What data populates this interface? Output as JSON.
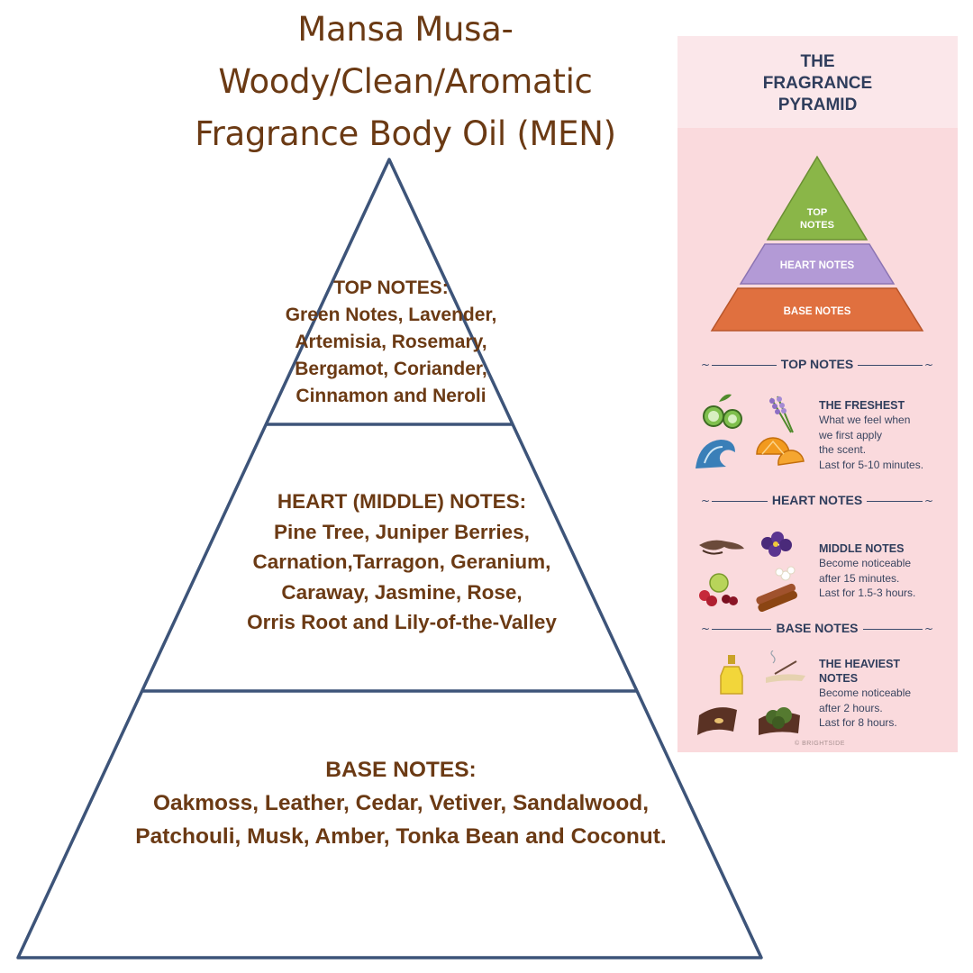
{
  "title": {
    "line1": "Mansa Musa-",
    "line2": "Woody/Clean/Aromatic",
    "line3": "Fragrance Body Oil (MEN)"
  },
  "pyramid": {
    "top": {
      "heading": "TOP NOTES:",
      "lines": [
        "Green Notes, Lavender,",
        "Artemisia, Rosemary,",
        "Bergamot, Coriander,",
        "Cinnamon and Neroli"
      ]
    },
    "heart": {
      "heading": "HEART (MIDDLE) NOTES:",
      "lines": [
        "Pine Tree, Juniper Berries,",
        "Carnation,Tarragon, Geranium,",
        "Caraway, Jasmine, Rose,",
        "Orris Root and Lily-of-the-Valley"
      ]
    },
    "base": {
      "heading": "BASE NOTES:",
      "lines": [
        "Oakmoss, Leather, Cedar, Vetiver, Sandalwood,",
        "Patchouli, Musk, Amber, Tonka Bean and Coconut."
      ]
    },
    "colors": {
      "outline": "#3d5479",
      "text": "#6b3a14"
    }
  },
  "infographic": {
    "title": [
      "THE",
      "FRAGRANCE",
      "PYRAMID"
    ],
    "pyramid_labels": {
      "top": [
        "TOP",
        "NOTES"
      ],
      "heart": "HEART NOTES",
      "base": "BASE NOTES"
    },
    "pyramid_colors": {
      "top": "#8ab648",
      "heart": "#b39ad6",
      "base": "#e0703f"
    },
    "sections": [
      {
        "divider": "TOP NOTES",
        "heading": [
          "THE FRESHEST"
        ],
        "body": [
          "What we feel when",
          "we first apply",
          "the scent.",
          "Last for 5-10 minutes."
        ],
        "icons": [
          "cucumber-icon",
          "lavender-icon",
          "wave-icon",
          "orange-icon"
        ]
      },
      {
        "divider": "HEART NOTES",
        "heading": [
          "MIDDLE NOTES"
        ],
        "body": [
          "Become noticeable",
          "after 15 minutes.",
          "Last for 1.5-3 hours."
        ],
        "icons": [
          "root-icon",
          "violet-flower-icon",
          "fruit-icon",
          "cinnamon-icon"
        ]
      },
      {
        "divider": "BASE NOTES",
        "heading": [
          "THE HEAVIEST",
          "NOTES"
        ],
        "body": [
          "Become noticeable",
          "after 2 hours.",
          "Last for 8 hours."
        ],
        "icons": [
          "oil-bottle-icon",
          "incense-icon",
          "wood-bark-icon",
          "moss-icon"
        ]
      }
    ],
    "credit": "© BRIGHTSIDE"
  }
}
